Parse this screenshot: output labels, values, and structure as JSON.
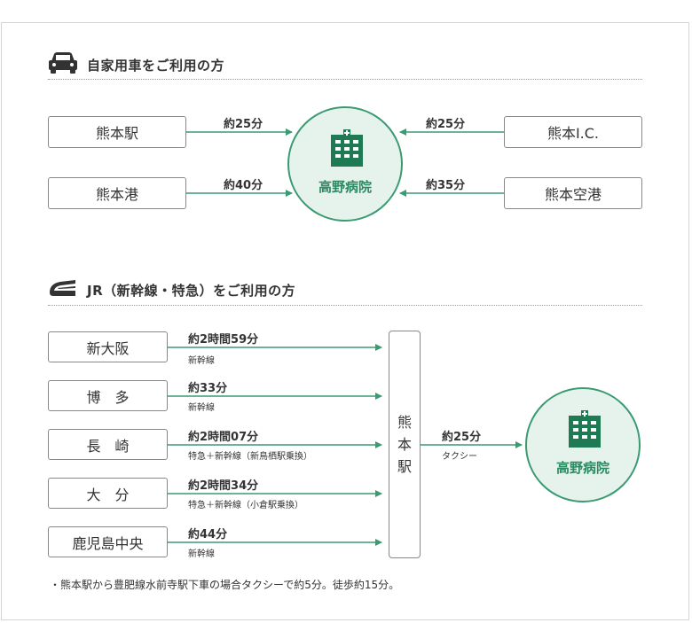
{
  "car": {
    "heading": "自家用車をご利用の方",
    "left": [
      {
        "from": "熊本駅",
        "time": "約25分"
      },
      {
        "from": "熊本港",
        "time": "約40分"
      }
    ],
    "right": [
      {
        "from": "熊本I.C.",
        "time": "約25分"
      },
      {
        "from": "熊本空港",
        "time": "約35分"
      }
    ],
    "hospital": "高野病院"
  },
  "jr": {
    "heading": "JR（新幹線・特急）をご利用の方",
    "routes": [
      {
        "from": "新大阪",
        "time": "約2時間59分",
        "via": "新幹線"
      },
      {
        "from": "博　多",
        "time": "約33分",
        "via": "新幹線"
      },
      {
        "from": "長　崎",
        "time": "約2時間07分",
        "via": "特急＋新幹線（新鳥栖駅乗換）"
      },
      {
        "from": "大　分",
        "time": "約2時間34分",
        "via": "特急＋新幹線（小倉駅乗換）"
      },
      {
        "from": "鹿児島中央",
        "time": "約44分",
        "via": "新幹線"
      }
    ],
    "station_chars": [
      "熊",
      "本",
      "駅"
    ],
    "taxi_time": "約25分",
    "taxi_label": "タクシー",
    "hospital": "高野病院"
  },
  "note": "・熊本駅から豊肥線水前寺駅下車の場合タクシーで約5分。徒歩約15分。",
  "colors": {
    "accent": "#3a9a72",
    "circle_fill": "#e6f3ec",
    "building": "#1e7a52"
  },
  "icons": [
    "car-icon",
    "train-icon",
    "hospital-building-icon"
  ]
}
